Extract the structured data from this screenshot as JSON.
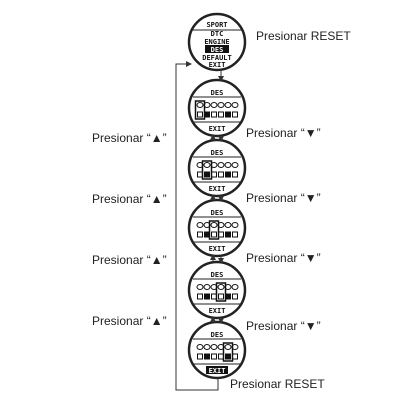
{
  "labels": {
    "reset_top": "Presionar RESET",
    "reset_bottom": "Presionar RESET",
    "up": "Presionar “▲”",
    "down": "Presionar “▼”"
  },
  "menu_screen": {
    "items": [
      "SPORT",
      "DTC",
      "ENGINE",
      "DES",
      "DEFAULT",
      "EXIT"
    ],
    "selected": "DES"
  },
  "des_screen": {
    "title": "DES",
    "exit": "EXIT"
  }
}
